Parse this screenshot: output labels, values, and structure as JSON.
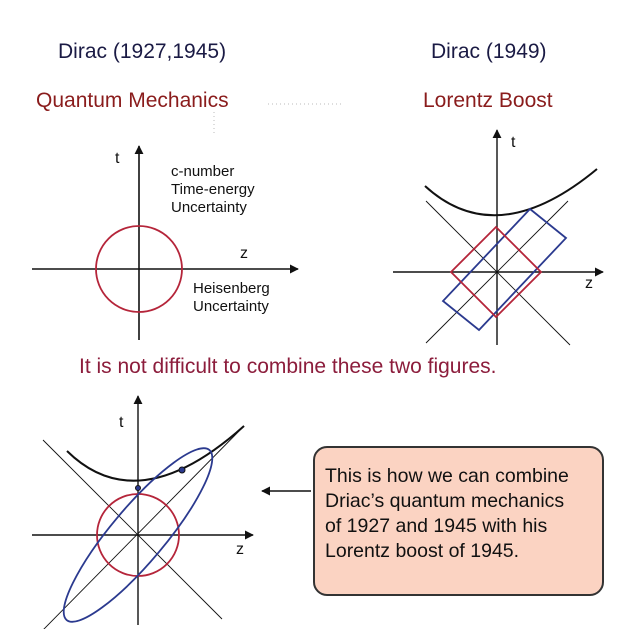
{
  "left_panel": {
    "title": "Dirac (1927,1945)",
    "subtitle": "Quantum Mechanics",
    "t_label": "t",
    "z_label": "z",
    "time_energy_lines": [
      "c-number",
      "Time-energy",
      "Uncertainty"
    ],
    "heisenberg_lines": [
      "Heisenberg",
      "Uncertainty"
    ]
  },
  "right_panel": {
    "title": "Dirac (1949)",
    "subtitle": "Lorentz Boost",
    "t_label": "t",
    "z_label": "z"
  },
  "middle_text": "It is not difficult to combine these two figures.",
  "bottom_panel": {
    "t_label": "t",
    "z_label": "z"
  },
  "callout_lines": [
    "This is how we can combine",
    "Driac’s quantum mechanics",
    "of 1927 and 1945 with his",
    "Lorentz boost of 1945."
  ],
  "colors": {
    "circle": "#b5253a",
    "square": "#b5253a",
    "rectangle": "#2b3a8f",
    "ellipse": "#2b3a8f",
    "callout_fill": "#fbd3c2",
    "title_text": "#1a1a44",
    "subtitle_text": "#8a1c1c",
    "middle_text": "#8c1d3c"
  }
}
